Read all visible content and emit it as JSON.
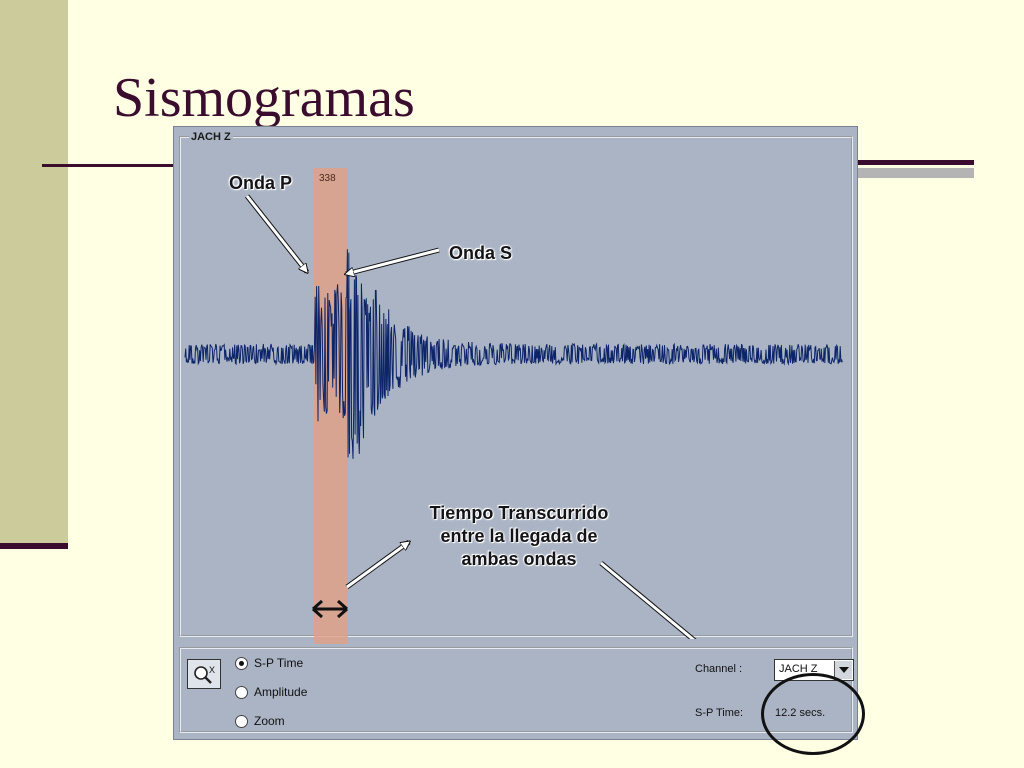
{
  "slide": {
    "title": "Sismogramas"
  },
  "seismogram": {
    "channel_title": "JACH Z",
    "band_tick": "338",
    "annotations": {
      "p_wave": "Onda P",
      "s_wave": "Onda S",
      "elapsed_line1": "Tiempo Transcurrido",
      "elapsed_line2": "entre la llegada de",
      "elapsed_line3": "ambas ondas"
    }
  },
  "controls": {
    "modes": [
      {
        "label": "S-P Time",
        "selected": true
      },
      {
        "label": "Amplitude",
        "selected": false
      },
      {
        "label": "Zoom",
        "selected": false
      }
    ],
    "channel_label": "Channel :",
    "channel_value": "JACH Z",
    "sp_time_label": "S-P Time:",
    "sp_time_value": "12.2 secs."
  },
  "colors": {
    "waveform": "#0c2468",
    "sp_band": "#e0a086",
    "panel_bg": "#aab4c4",
    "title": "#3a0c2e"
  },
  "icons": {
    "zoom_tool": "magnifier-x-icon",
    "dropdown": "triangle-down-icon",
    "double_arrow": "double-headed-arrow-icon"
  }
}
